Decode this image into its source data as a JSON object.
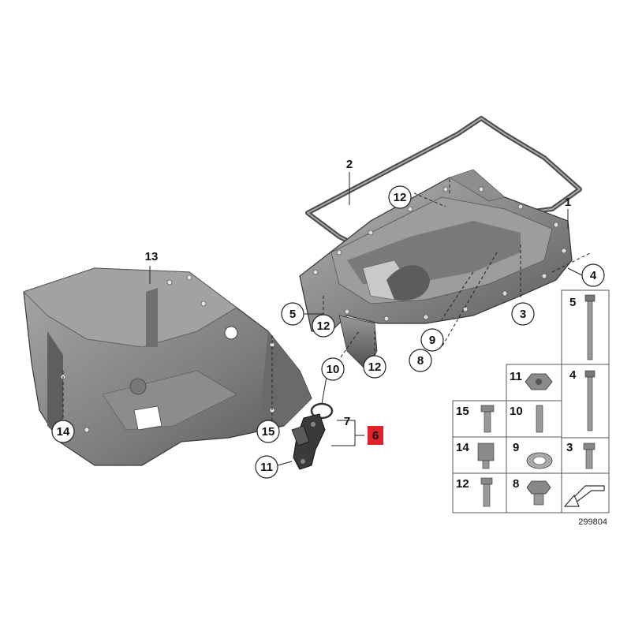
{
  "diagram": {
    "figure_number": "299804",
    "callouts": {
      "c2": "2",
      "c1": "1",
      "c12a": "12",
      "c4": "4",
      "c5": "5",
      "c12b": "12",
      "c3": "3",
      "c9": "9",
      "c8": "8",
      "c12c": "12",
      "c10": "10",
      "c13": "13",
      "c14": "14",
      "c15": "15",
      "c11": "11",
      "c7": "7",
      "c6": "6"
    },
    "highlight_color": "#e0202a",
    "parts_table": {
      "cells": {
        "t5": "5",
        "t11": "11",
        "t4": "4",
        "t15": "15",
        "t10": "10",
        "t14": "14",
        "t9": "9",
        "t3": "3",
        "t12": "12",
        "t8": "8"
      }
    }
  }
}
